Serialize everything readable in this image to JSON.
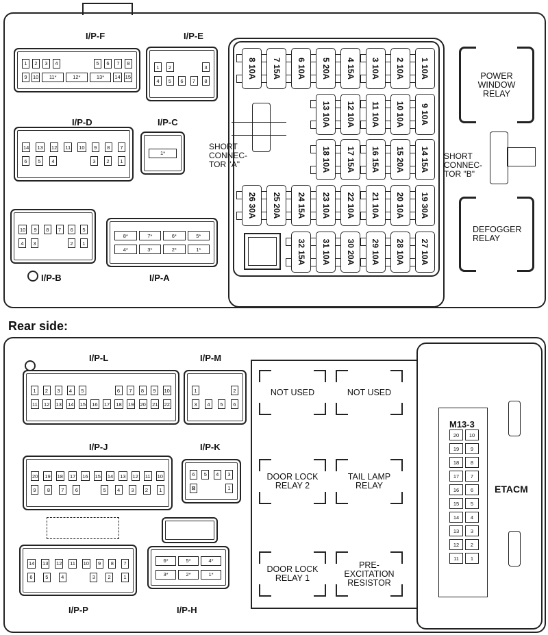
{
  "front": {
    "connectors": [
      {
        "id": "ipf",
        "label": "I/P-F",
        "rows": [
          [
            "1",
            "2",
            "3",
            "4",
            "",
            "",
            "",
            "5",
            "6",
            "7",
            "8"
          ],
          [
            "9",
            "10",
            "11*",
            "12*",
            "13*",
            "14",
            "15"
          ]
        ]
      },
      {
        "id": "ipe",
        "label": "I/P-E",
        "rows": [
          [
            "1",
            "2",
            "",
            "",
            "3"
          ],
          [
            "4",
            "5",
            "6",
            "7",
            "8"
          ]
        ]
      },
      {
        "id": "ipd",
        "label": "I/P-D",
        "rows": [
          [
            "14",
            "13",
            "12",
            "11",
            "10",
            "9",
            "8",
            "7"
          ],
          [
            "6",
            "5",
            "4",
            "",
            "",
            "3",
            "2",
            "1"
          ]
        ]
      },
      {
        "id": "ipc",
        "label": "I/P-C",
        "rows": [
          [
            "1*"
          ]
        ]
      },
      {
        "id": "ipb",
        "label": "I/P-B",
        "rows": [
          [
            "10",
            "9",
            "8",
            "7",
            "6",
            "5"
          ],
          [
            "4",
            "3",
            "",
            "",
            "2",
            "1"
          ]
        ]
      },
      {
        "id": "ipa",
        "label": "I/P-A",
        "rows": [
          [
            "8*",
            "7*",
            "6*",
            "5*"
          ],
          [
            "4*",
            "3*",
            "2*",
            "1*"
          ]
        ]
      }
    ],
    "short_connector_a": "SHORT CONNEC- TOR \"A\"",
    "short_connector_b": "SHORT CONNEC- TOR \"B\"",
    "fuse_rows": [
      [
        [
          "8",
          "10A"
        ],
        [
          "7",
          "15A"
        ],
        [
          "6",
          "10A"
        ],
        [
          "5",
          "20A"
        ],
        [
          "4",
          "15A"
        ],
        [
          "3",
          "10A"
        ],
        [
          "2",
          "10A"
        ],
        [
          "1",
          "10A"
        ]
      ],
      [
        [
          "13",
          "10A"
        ],
        [
          "12",
          "10A"
        ],
        [
          "11",
          "10A"
        ],
        [
          "10",
          "10A"
        ],
        [
          "9",
          "10A"
        ]
      ],
      [
        [
          "18",
          "10A"
        ],
        [
          "17",
          "15A"
        ],
        [
          "16",
          "15A"
        ],
        [
          "15",
          "20A"
        ],
        [
          "14",
          "15A"
        ]
      ],
      [
        [
          "26",
          "30A"
        ],
        [
          "25",
          "20A"
        ],
        [
          "24",
          "15A"
        ],
        [
          "23",
          "10A"
        ],
        [
          "22",
          "10A"
        ],
        [
          "21",
          "10A"
        ],
        [
          "20",
          "10A"
        ],
        [
          "19",
          "30A"
        ]
      ],
      [
        [
          "32",
          "15A"
        ],
        [
          "31",
          "10A"
        ],
        [
          "30",
          "20A"
        ],
        [
          "29",
          "10A"
        ],
        [
          "28",
          "10A"
        ],
        [
          "27",
          "10A"
        ]
      ]
    ],
    "relays": {
      "power_window": "POWER WINDOW RELAY",
      "defogger": "DEFOGGER RELAY"
    }
  },
  "rear": {
    "heading": "Rear side:",
    "connectors": [
      {
        "id": "ipl",
        "label": "I/P-L",
        "rows": [
          [
            "1",
            "2",
            "3",
            "4",
            "5",
            "",
            "",
            "6",
            "7",
            "8",
            "9",
            "10"
          ],
          [
            "11",
            "12",
            "13",
            "14",
            "15",
            "16",
            "17",
            "18",
            "19",
            "20",
            "21",
            "22"
          ]
        ]
      },
      {
        "id": "ipm",
        "label": "I/P-M",
        "rows": [
          [
            "1",
            "",
            "",
            "2"
          ],
          [
            "3",
            "4",
            "5",
            "6"
          ]
        ]
      },
      {
        "id": "ipj",
        "label": "I/P-J",
        "rows": [
          [
            "20",
            "19",
            "18",
            "17",
            "16",
            "15",
            "14",
            "13",
            "12",
            "11",
            "10"
          ],
          [
            "9",
            "8",
            "7",
            "6",
            "",
            "5",
            "4",
            "3",
            "2",
            "1"
          ]
        ]
      },
      {
        "id": "ipk",
        "label": "I/P-K",
        "rows": [
          [
            "6",
            "5",
            "4",
            "3"
          ],
          [
            "⊠",
            "",
            "",
            "1"
          ]
        ]
      },
      {
        "id": "ipp",
        "label": "I/P-P",
        "rows": [
          [
            "14",
            "13",
            "12",
            "11",
            "10",
            "9",
            "8",
            "7"
          ],
          [
            "6",
            "5",
            "4",
            "",
            "3",
            "2",
            "1"
          ]
        ]
      },
      {
        "id": "iph",
        "label": "I/P-H",
        "rows": [
          [
            "6*",
            "5*",
            "4*"
          ],
          [
            "3*",
            "2*",
            "1*"
          ]
        ]
      }
    ],
    "relays": [
      "NOT USED",
      "NOT USED",
      "DOOR LOCK RELAY 2",
      "TAIL LAMP RELAY",
      "DOOR LOCK RELAY 1",
      "PRE- EXCITATION RESISTOR"
    ],
    "m13": {
      "label": "M13-3",
      "pins": [
        "20",
        "10",
        "19",
        "9",
        "18",
        "8",
        "17",
        "7",
        "16",
        "6",
        "15",
        "5",
        "14",
        "4",
        "13",
        "3",
        "12",
        "2",
        "11",
        "1"
      ]
    },
    "etacm": "ETACM"
  }
}
